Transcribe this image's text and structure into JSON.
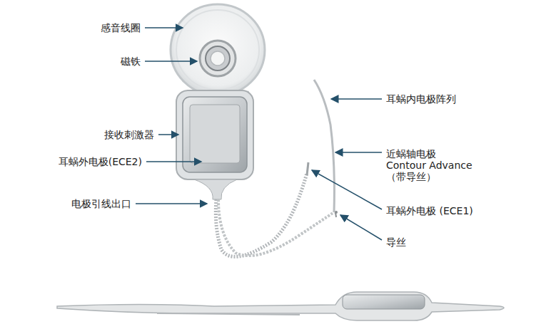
{
  "diagram": {
    "labels": [
      "感音线圈",
      "磁铁",
      "接收刺激器",
      "耳蜗外电极(ECE2)",
      "电极引线出口",
      "耳蜗内电极阵列",
      "近蜗轴电极 Contour Advance （带导丝）",
      "耳蜗外电极 (ECE1)",
      "导丝"
    ]
  }
}
